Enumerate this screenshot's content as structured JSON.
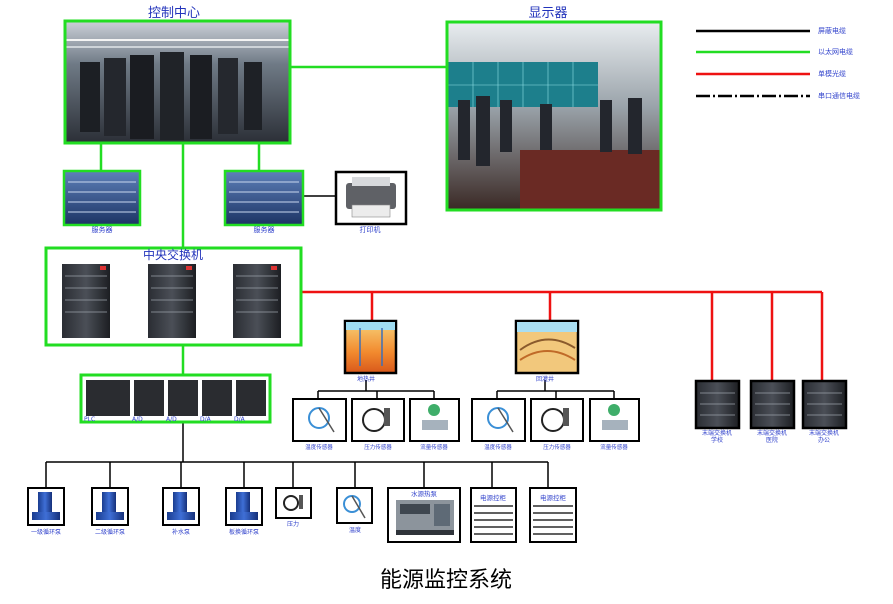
{
  "diagram": {
    "caption": "能源监控系统",
    "control_center": {
      "title": "控制中心"
    },
    "display": {
      "title": "显示器"
    },
    "servers": [
      {
        "label": "服务器"
      },
      {
        "label": "服务器"
      }
    ],
    "printer": {
      "label": "打印机"
    },
    "central_switch": {
      "title": "中央交换机"
    },
    "plc_group": {
      "labels": [
        "PLC",
        "A/D",
        "A/D",
        "D/A",
        "D/A"
      ]
    },
    "heat_source": {
      "label": "地热井"
    },
    "recharge": {
      "label": "回灌井"
    },
    "sensors_heat": [
      {
        "label": "温度传感器"
      },
      {
        "label": "压力传感器"
      },
      {
        "label": "流量传感器"
      }
    ],
    "sensors_recharge": [
      {
        "label": "温度传感器"
      },
      {
        "label": "压力传感器"
      },
      {
        "label": "流量传感器"
      }
    ],
    "terminal_switches": [
      {
        "line1": "末端交换机",
        "line2": "学校"
      },
      {
        "line1": "末端交换机",
        "line2": "医院"
      },
      {
        "line1": "末端交换机",
        "line2": "办公"
      }
    ],
    "bottom_devices": [
      {
        "label": "一级循环泵"
      },
      {
        "label": "二级循环泵"
      },
      {
        "label": "补水泵"
      },
      {
        "label": "板换循环泵"
      },
      {
        "label": "压力"
      },
      {
        "label": "温度"
      },
      {
        "label": "水源热泵"
      },
      {
        "label": "电源控柜"
      },
      {
        "label": "电源控柜"
      }
    ],
    "legend": [
      {
        "label": "屏蔽电缆",
        "color": "#000000",
        "style": "solid"
      },
      {
        "label": "以太网电缆",
        "color": "#22dd22",
        "style": "solid"
      },
      {
        "label": "单模光缆",
        "color": "#ee1111",
        "style": "solid"
      },
      {
        "label": "串口通信电缆",
        "color": "#000000",
        "style": "dashdot"
      }
    ],
    "colors": {
      "ethernet": "#22dd22",
      "fiber": "#ee1111",
      "cable": "#000000",
      "label_blue": "#3344cc"
    }
  }
}
